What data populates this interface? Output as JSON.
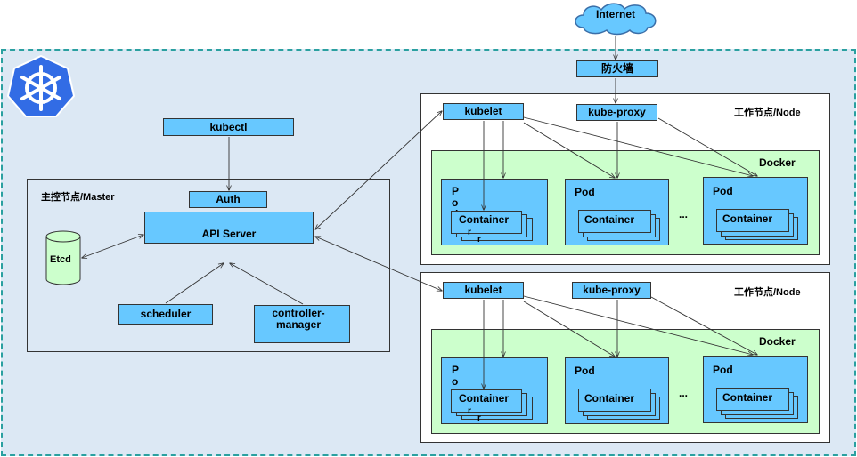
{
  "internet": "Internet",
  "firewall": "防火墙",
  "master": {
    "title": "主控节点/Master",
    "kubectl": "kubectl",
    "auth": "Auth",
    "api_server": "API Server",
    "etcd": "Etcd",
    "scheduler": "scheduler",
    "controller_manager": "controller-manager"
  },
  "nodes": [
    {
      "title": "工作节点/Node",
      "kubelet": "kubelet",
      "kube_proxy": "kube-proxy",
      "docker": "Docker",
      "pods": [
        {
          "label": "Pod",
          "container": "Container"
        },
        {
          "label": "Pod",
          "container": "Container"
        },
        {
          "label": "Pod",
          "container": "Container"
        }
      ],
      "ellipsis": "..."
    },
    {
      "title": "工作节点/Node",
      "kubelet": "kubelet",
      "kube_proxy": "kube-proxy",
      "docker": "Docker",
      "pods": [
        {
          "label": "Pod",
          "container": "Container"
        },
        {
          "label": "Pod",
          "container": "Container"
        },
        {
          "label": "Pod",
          "container": "Container"
        }
      ],
      "ellipsis": "..."
    }
  ],
  "colors": {
    "component": "#67c8ff",
    "docker": "#ccffcc",
    "cluster": "#dce8f4",
    "cluster_border": "#2aa0a0",
    "logo": "#326ce5"
  },
  "icons": {
    "logo": "kubernetes-helm-icon",
    "internet": "cloud-icon",
    "etcd": "database-cylinder-icon"
  }
}
